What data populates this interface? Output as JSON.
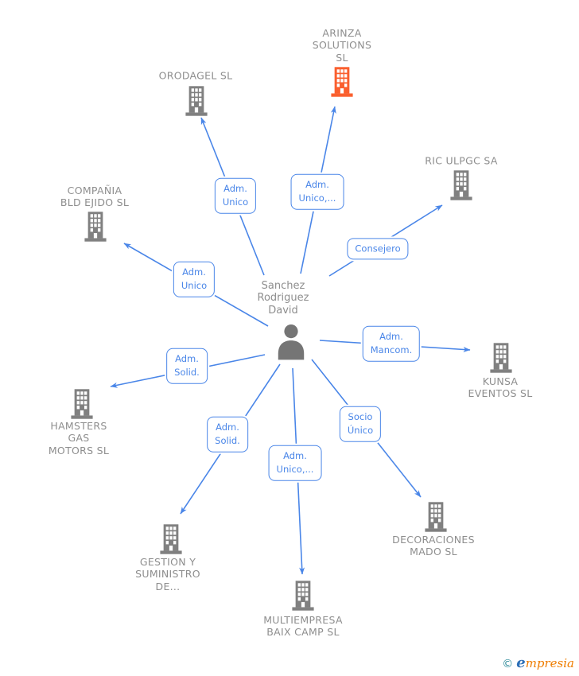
{
  "person": {
    "name": "Sanchez\nRodriguez\nDavid"
  },
  "companies": [
    {
      "name": "ORODAGEL  SL"
    },
    {
      "name": "ARINZA\nSOLUTIONS\nSL",
      "highlight": true
    },
    {
      "name": "RIC ULPGC SA"
    },
    {
      "name": "COMPAÑIA\nBLD EJIDO SL"
    },
    {
      "name": "KUNSA\nEVENTOS SL"
    },
    {
      "name": "HAMSTERS\nGAS\nMOTORS  SL"
    },
    {
      "name": "GESTION Y\nSUMINISTRO\nDE..."
    },
    {
      "name": "MULTIEMPRESA\nBAIX CAMP  SL"
    },
    {
      "name": "DECORACIONES\nMADO  SL"
    }
  ],
  "relationships": [
    {
      "label": "Adm.\nUnico",
      "target": "ORODAGEL SL"
    },
    {
      "label": "Adm.\nUnico,...",
      "target": "ARINZA SOLUTIONS SL"
    },
    {
      "label": "Consejero",
      "target": "RIC ULPGC SA"
    },
    {
      "label": "Adm.\nUnico",
      "target": "COMPAÑIA BLD EJIDO SL"
    },
    {
      "label": "Adm.\nMancom.",
      "target": "KUNSA EVENTOS SL"
    },
    {
      "label": "Adm.\nSolid.",
      "target": "HAMSTERS GAS MOTORS SL"
    },
    {
      "label": "Adm.\nSolid.",
      "target": "GESTION Y SUMINISTRO DE..."
    },
    {
      "label": "Adm.\nUnico,...",
      "target": "MULTIEMPRESA BAIX CAMP SL"
    },
    {
      "label": "Socio\nÚnico",
      "target": "DECORACIONES MADO SL"
    }
  ],
  "footer": {
    "copyright": "©",
    "brand_first": "e",
    "brand_rest": "mpresia"
  },
  "colors": {
    "edge": "#4a86e8",
    "company_default": "#808080",
    "company_highlight": "#fa5f2e",
    "person": "#757575",
    "label_text": "#8e8e8e"
  }
}
